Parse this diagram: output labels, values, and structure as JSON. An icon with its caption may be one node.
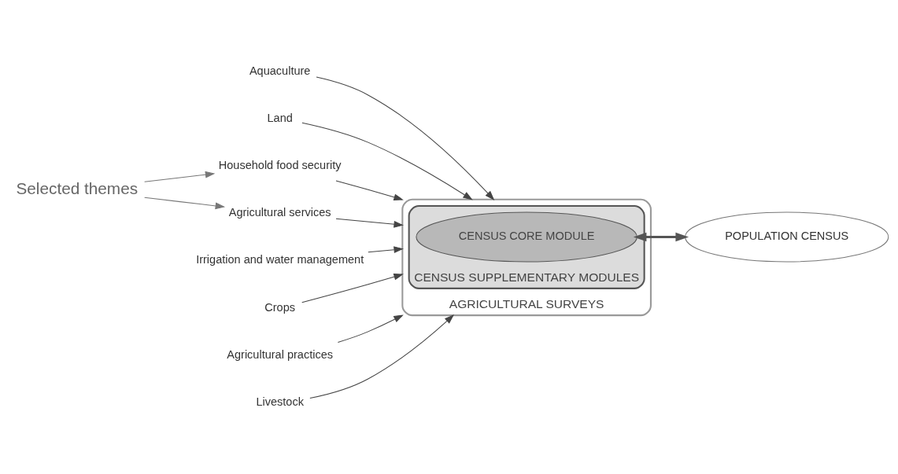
{
  "diagram": {
    "nodes": [
      {
        "text": [
          "AGRICULTURAL SURVEYS"
        ]
      },
      {
        "text": [
          "CENSUS SUPPLEMENTARY MODULES"
        ],
        "in": 0
      },
      {
        "text": [
          "CENSUS CORE MODULE"
        ],
        "in": 1
      },
      {
        "text": [
          "POPULATION CENSUS"
        ]
      },
      {
        "text": [
          "Selected themes"
        ]
      },
      {
        "text": [
          "Aquaculture"
        ]
      },
      {
        "text": [
          "Land"
        ]
      },
      {
        "text": [
          "Household food security"
        ]
      },
      {
        "text": [
          "Irrigation and water management"
        ]
      },
      {
        "text": [
          "Agricultural services"
        ]
      },
      {
        "text": [
          "Crops"
        ]
      },
      {
        "text": [
          "Agricultural practices"
        ]
      },
      {
        "text": [
          "Livestock"
        ]
      }
    ],
    "edges": [
      {
        "from": 5,
        "to": 0,
        "arrow": "to"
      },
      {
        "from": 6,
        "to": 0,
        "arrow": "to"
      },
      {
        "from": 7,
        "to": 0,
        "arrow": "to"
      },
      {
        "from": 8,
        "to": 0,
        "arrow": "to"
      },
      {
        "from": 9,
        "to": 0,
        "arrow": "to"
      },
      {
        "from": 10,
        "to": 0,
        "arrow": "to"
      },
      {
        "from": 11,
        "to": 0,
        "arrow": "to"
      },
      {
        "from": 12,
        "to": 0,
        "arrow": "to"
      },
      {
        "from": 4,
        "to": 7,
        "arrow": "to",
        "color": "#777777"
      },
      {
        "from": 4,
        "to": 9,
        "arrow": "to",
        "color": "#777777"
      },
      {
        "from": 2,
        "to": 3,
        "arrow": "both",
        "style": "thick",
        "color": "#555555"
      }
    ]
  }
}
